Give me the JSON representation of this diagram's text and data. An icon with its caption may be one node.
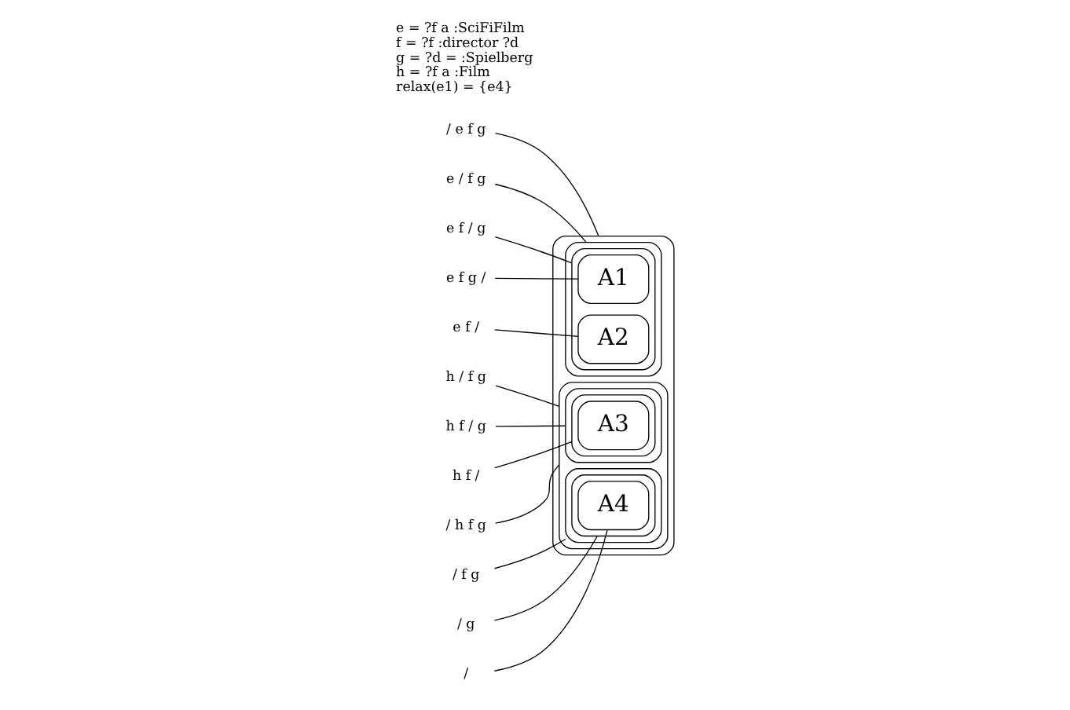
{
  "diagram": {
    "nodes": [
      {
        "text": [],
        "shape": "box"
      },
      {
        "text": [],
        "shape": "box",
        "in": 0
      },
      {
        "text": [],
        "shape": "box",
        "in": 1
      },
      {
        "text": [
          "A1"
        ],
        "in": 2
      },
      {
        "text": [
          "A2"
        ],
        "in": 2
      },
      {
        "text": [],
        "shape": "box",
        "in": 0
      },
      {
        "text": [],
        "shape": "box",
        "in": 5
      },
      {
        "text": [],
        "shape": "box",
        "in": 6
      },
      {
        "text": [
          "A3"
        ],
        "in": 7
      },
      {
        "text": [],
        "shape": "box",
        "in": 5
      },
      {
        "text": [],
        "shape": "box",
        "in": 9
      },
      {
        "text": [
          "A4"
        ],
        "in": 10
      },
      {
        "text": [
          "/ e f g"
        ]
      },
      {
        "text": [
          "e / f g"
        ]
      },
      {
        "text": [
          "e f / g"
        ]
      },
      {
        "text": [
          "e f /"
        ]
      },
      {
        "text": [
          "e f g /"
        ]
      },
      {
        "text": [
          "h / f g"
        ]
      },
      {
        "text": [
          "h f / g"
        ]
      },
      {
        "text": [
          "h f /"
        ]
      },
      {
        "text": [
          "/ f g"
        ]
      },
      {
        "text": [
          "/ g"
        ]
      },
      {
        "text": [
          "/"
        ]
      },
      {
        "text": [
          "/ h f g"
        ]
      }
    ],
    "edges": [
      {
        "from": 12,
        "to": 0,
        "arrow": "none"
      },
      {
        "from": 13,
        "to": 1,
        "arrow": "none"
      },
      {
        "from": 14,
        "to": 2,
        "arrow": "none"
      },
      {
        "from": 15,
        "to": 4,
        "arrow": "none"
      },
      {
        "from": 16,
        "to": 3,
        "arrow": "none"
      },
      {
        "from": 17,
        "to": 5,
        "arrow": "none"
      },
      {
        "from": 18,
        "to": 6,
        "arrow": "none"
      },
      {
        "from": 19,
        "to": 7,
        "arrow": "none"
      },
      {
        "from": 20,
        "to": 9,
        "arrow": "none"
      },
      {
        "from": 21,
        "to": 10,
        "arrow": "none"
      },
      {
        "from": 22,
        "to": 11,
        "arrow": "none"
      },
      {
        "from": 23,
        "to": 5,
        "arrow": "none"
      }
    ],
    "labels": [
      "e = ?f a :SciFiFilm",
      "f = ?f :director ?d",
      "g = ?d = :Spielberg",
      "h = ?f a :Film",
      "relax(e1) = {e4}"
    ]
  }
}
